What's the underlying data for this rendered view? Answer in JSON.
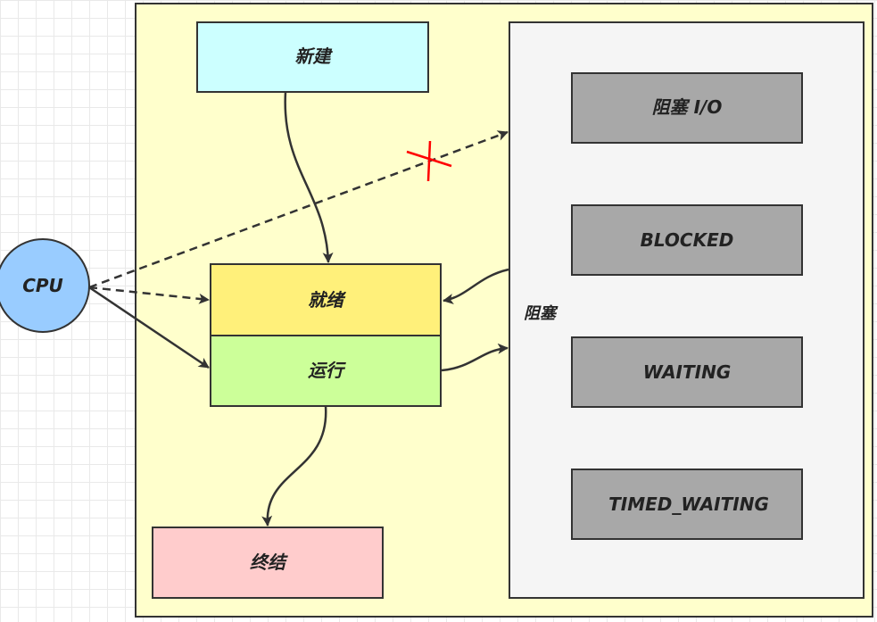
{
  "diagram": {
    "states": {
      "new": "新建",
      "ready": "就绪",
      "running": "运行",
      "terminated": "终结",
      "blocked_group": "阻塞",
      "blocked_io": "阻塞 I/O",
      "blocked": "BLOCKED",
      "waiting": "WAITING",
      "timed_waiting": "TIMED_WAITING"
    },
    "cpu": "CPU"
  },
  "colors": {
    "outer_container": "#ffffcc",
    "blocked_container": "#f5f5f5",
    "new_box": "#ccffff",
    "ready_box": "#fff07a",
    "running_box": "#ccff99",
    "terminated_box": "#ffcccc",
    "blocked_state_box": "#a8a8a8",
    "cpu_circle": "#99ccff",
    "forbidden_mark": "#ff0000"
  }
}
